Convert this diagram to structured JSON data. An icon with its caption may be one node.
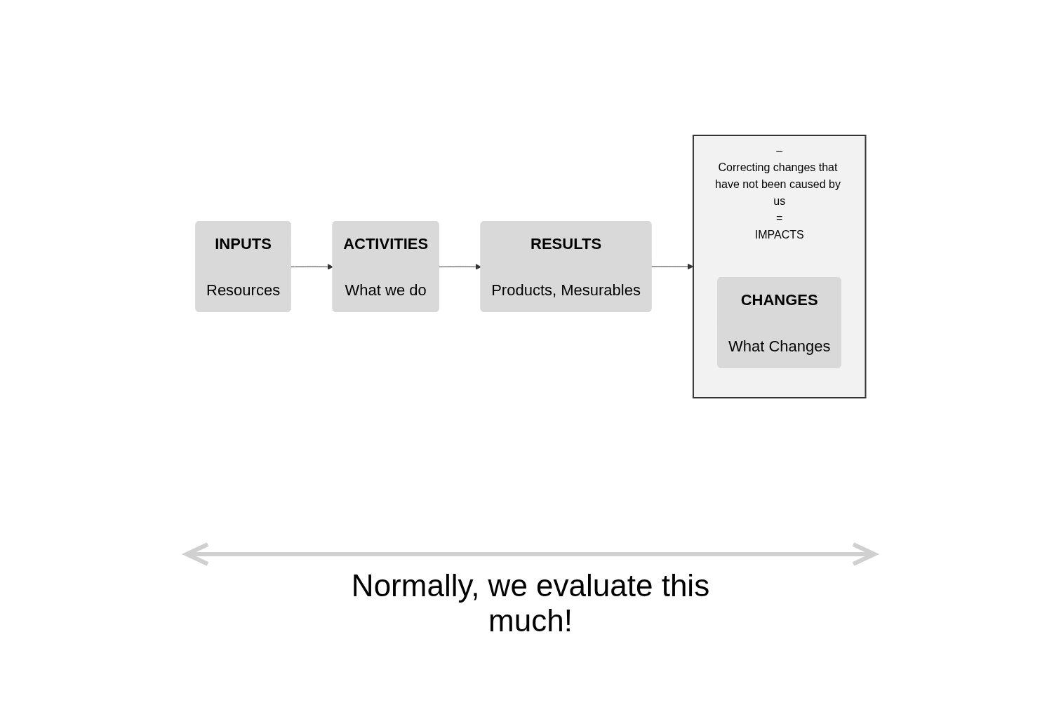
{
  "diagram": {
    "nodes": [
      {
        "text": [
          "INPUTS",
          "Resources"
        ]
      },
      {
        "text": [
          "ACTIVITIES",
          "What we do"
        ]
      },
      {
        "text": [
          "RESULTS",
          "Products, Mesurables"
        ]
      },
      {
        "text": [
          "–",
          "Correcting changes that have not been caused by us",
          "=",
          "IMPACTS"
        ]
      },
      {
        "text": [
          "CHANGES",
          "What Changes"
        ],
        "in": 3
      }
    ],
    "edges": [
      {
        "from": 0,
        "to": 1,
        "arrow": "to"
      },
      {
        "from": 1,
        "to": 2,
        "arrow": "to"
      },
      {
        "from": 2,
        "to": 3,
        "arrow": "to"
      }
    ],
    "labels": [
      "Normally, we evaluate this much!"
    ]
  }
}
